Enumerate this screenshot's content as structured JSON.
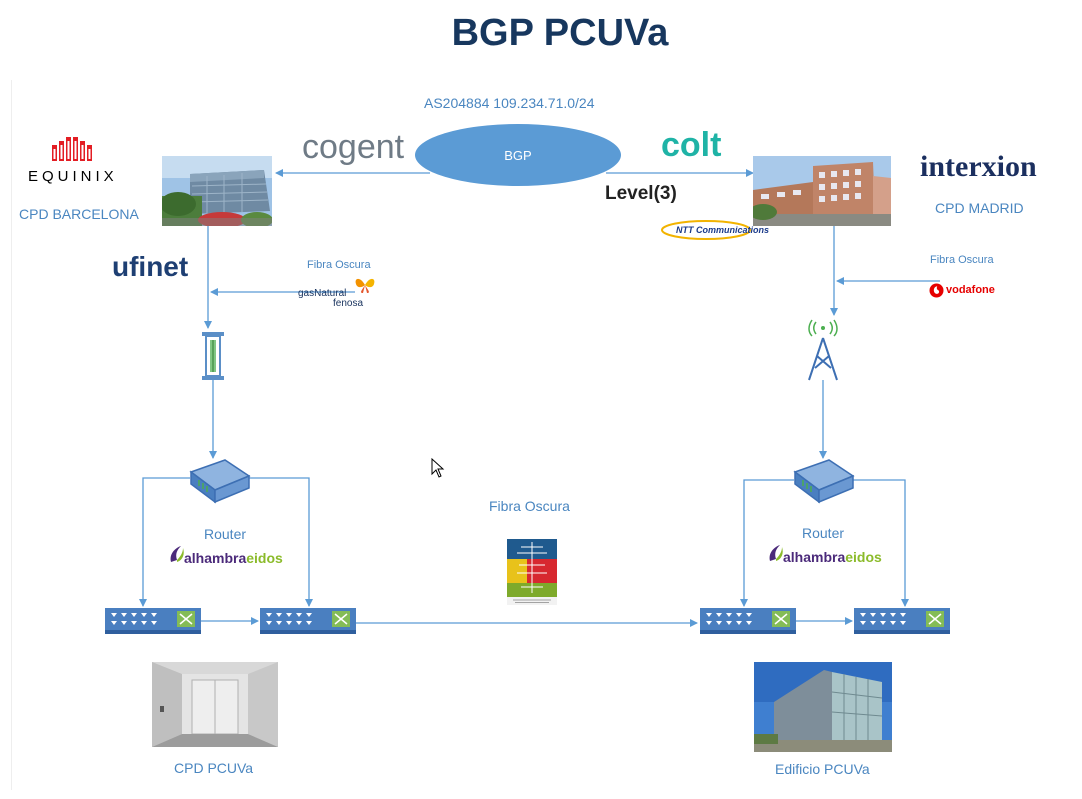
{
  "title": "BGP PCUVa",
  "as_label": "AS204884  109.234.71.0/24",
  "bgp_label": "BGP",
  "left_site": {
    "provider": "EQUINIX",
    "name": "CPD BARCELONA",
    "carrier": "ufinet",
    "fiber_label": "Fibra Oscura",
    "fiber_provider_line1": "gasNatural",
    "fiber_provider_line2": "fenosa",
    "router_label": "Router",
    "integrator_part1": "alhambra",
    "integrator_part2": "eidos",
    "endpoint_label": "CPD PCUVa"
  },
  "right_site": {
    "provider": "interxion",
    "name": "CPD MADRID",
    "fiber_label": "Fibra Oscura",
    "fiber_provider": "vodafone",
    "router_label": "Router",
    "integrator_part1": "alhambra",
    "integrator_part2": "eidos",
    "endpoint_label": "Edificio PCUVa"
  },
  "transit_left": "cogent",
  "transit_right": [
    "colt",
    "Level(3)",
    "NTT Communications"
  ],
  "center": {
    "fiber_label": "Fibra Oscura"
  },
  "colors": {
    "title": "#17375e",
    "label": "#4a86c0",
    "line": "#5b9bd5",
    "bgp_fill": "#5b9bd5"
  },
  "icons": [
    "equinix-logo-icon",
    "gasnatural-butterfly-icon",
    "vodafone-icon",
    "fiber-transceiver-icon",
    "radio-tower-icon",
    "router-icon",
    "switch-icon",
    "park-logo-icon",
    "cursor-icon"
  ]
}
